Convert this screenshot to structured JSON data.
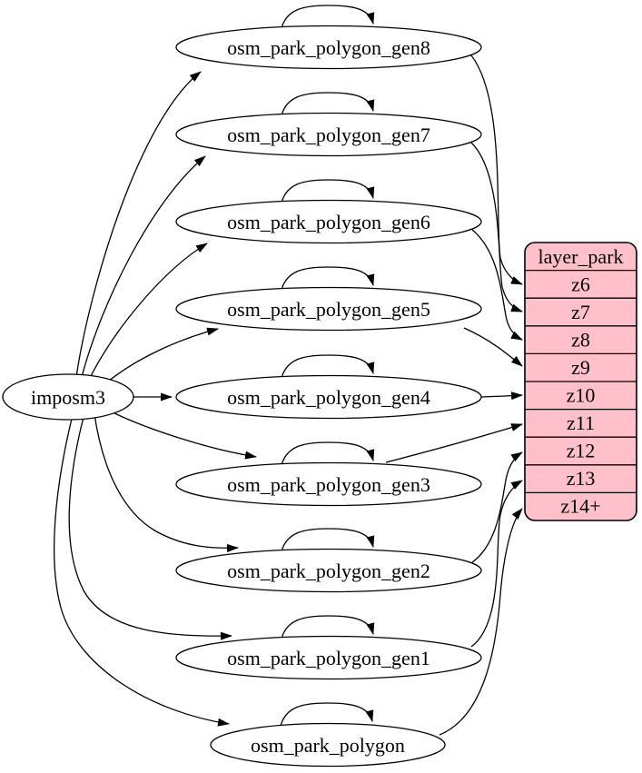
{
  "nodes": {
    "source": {
      "label": "imposm3"
    },
    "tables": [
      {
        "id": "gen8",
        "label": "osm_park_polygon_gen8"
      },
      {
        "id": "gen7",
        "label": "osm_park_polygon_gen7"
      },
      {
        "id": "gen6",
        "label": "osm_park_polygon_gen6"
      },
      {
        "id": "gen5",
        "label": "osm_park_polygon_gen5"
      },
      {
        "id": "gen4",
        "label": "osm_park_polygon_gen4"
      },
      {
        "id": "gen3",
        "label": "osm_park_polygon_gen3"
      },
      {
        "id": "gen2",
        "label": "osm_park_polygon_gen2"
      },
      {
        "id": "gen1",
        "label": "osm_park_polygon_gen1"
      },
      {
        "id": "polygon",
        "label": "osm_park_polygon"
      }
    ]
  },
  "layer_table": {
    "header": "layer_park",
    "rows": [
      "z6",
      "z7",
      "z8",
      "z9",
      "z10",
      "z11",
      "z12",
      "z13",
      "z14+"
    ]
  },
  "edges": {
    "source_to_tables": [
      "gen8",
      "gen7",
      "gen6",
      "gen5",
      "gen4",
      "gen3",
      "gen2",
      "gen1",
      "polygon"
    ],
    "self_loops": [
      "gen8",
      "gen7",
      "gen6",
      "gen5",
      "gen4",
      "gen3",
      "gen2",
      "gen1",
      "polygon"
    ],
    "table_to_rows": {
      "gen8": "z6",
      "gen7": "z7",
      "gen6": "z8",
      "gen5": "z9",
      "gen4": "z10",
      "gen3": "z11",
      "gen2": "z12",
      "gen1": "z13",
      "polygon": "z14+"
    }
  },
  "colors": {
    "table_fill": "#ffc0cb",
    "node_fill": "#ffffff",
    "stroke": "#000000",
    "text": "#000000"
  }
}
